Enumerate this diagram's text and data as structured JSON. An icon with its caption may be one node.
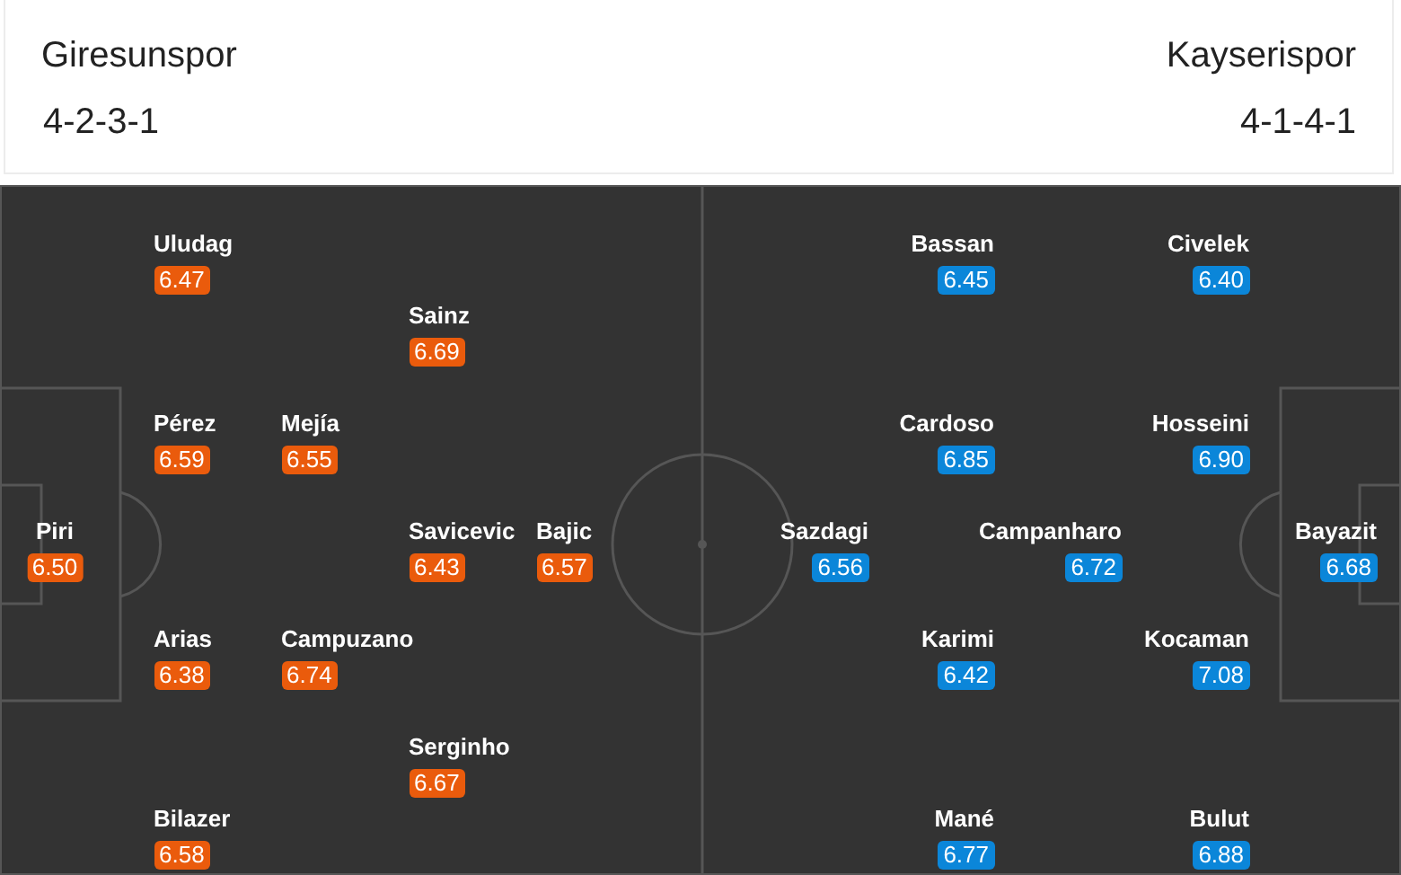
{
  "diagram": {
    "nodes": [
      {
        "text": [
          "Uludag",
          "6.47"
        ]
      },
      {
        "text": [
          "Sainz",
          "6.69"
        ]
      },
      {
        "text": [
          "Pérez",
          "6.59"
        ]
      },
      {
        "text": [
          "Mejía",
          "6.55"
        ]
      },
      {
        "text": [
          "Piri",
          "6.50"
        ]
      },
      {
        "text": [
          "Savicevic",
          "6.43"
        ]
      },
      {
        "text": [
          "Bajic",
          "6.57"
        ]
      },
      {
        "text": [
          "Arias",
          "6.38"
        ]
      },
      {
        "text": [
          "Campuzano",
          "6.74"
        ]
      },
      {
        "text": [
          "Serginho",
          "6.67"
        ]
      },
      {
        "text": [
          "Bilazer",
          "6.58"
        ]
      },
      {
        "text": [
          "Bassan",
          "6.45"
        ]
      },
      {
        "text": [
          "Civelek",
          "6.40"
        ]
      },
      {
        "text": [
          "Cardoso",
          "6.85"
        ]
      },
      {
        "text": [
          "Hosseini",
          "6.90"
        ]
      },
      {
        "text": [
          "Sazdagi",
          "6.56"
        ]
      },
      {
        "text": [
          "Campanharo",
          "6.72"
        ]
      },
      {
        "text": [
          "Bayazit",
          "6.68"
        ]
      },
      {
        "text": [
          "Karimi",
          "6.42"
        ]
      },
      {
        "text": [
          "Kocaman",
          "7.08"
        ]
      },
      {
        "text": [
          "Mané",
          "6.77"
        ]
      },
      {
        "text": [
          "Bulut",
          "6.88"
        ]
      }
    ],
    "labels": [
      "Giresunspor",
      "4-2-3-1",
      "Kayserispor",
      "4-1-4-1"
    ]
  }
}
